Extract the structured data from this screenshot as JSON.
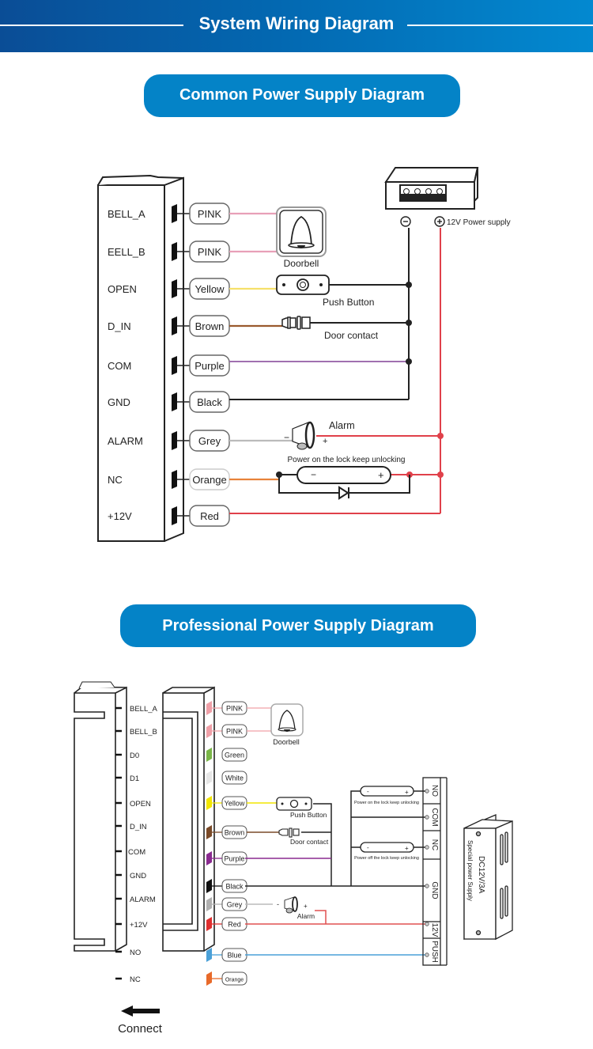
{
  "header": {
    "title": "System Wiring Diagram"
  },
  "sections": {
    "common": {
      "title": "Common Power Supply Diagram"
    },
    "professional": {
      "title": "Professional Power Supply Diagram"
    }
  },
  "common_diagram": {
    "terminals": [
      {
        "label": "BELL_A",
        "wire": "PINK",
        "color": "#e8a0b8"
      },
      {
        "label": "EELL_B",
        "wire": "PINK",
        "color": "#e8a0b8"
      },
      {
        "label": "OPEN",
        "wire": "Yellow",
        "color": "#f5e06a"
      },
      {
        "label": "D_IN",
        "wire": "Brown",
        "color": "#9a5a2e"
      },
      {
        "label": "COM",
        "wire": "Purple",
        "color": "#a070b0"
      },
      {
        "label": "GND",
        "wire": "Black",
        "color": "#222222"
      },
      {
        "label": "ALARM",
        "wire": "Grey",
        "color": "#bbbbbb"
      },
      {
        "label": "NC",
        "wire": "Orange",
        "color": "#e8823a"
      },
      {
        "label": "+12V",
        "wire": "Red",
        "color": "#e0404a"
      }
    ],
    "devices": {
      "doorbell": "Doorbell",
      "push_button": "Push Button",
      "door_contact": "Door contact",
      "alarm": "Alarm",
      "alarm_minus": "−",
      "alarm_plus": "+",
      "lock_note": "Power on the lock keep unlocking",
      "lock_minus": "−",
      "lock_plus": "+",
      "psu_label": "12V Power supply",
      "psu_minus": "−",
      "psu_plus": "+"
    }
  },
  "professional_diagram": {
    "reader_labels": [
      "BELL_A",
      "BELL_B",
      "D0",
      "D1",
      "OPEN",
      "D_IN",
      "COM",
      "GND",
      "ALARM",
      "+12V",
      "NO",
      "NC"
    ],
    "wires": [
      {
        "wire": "PINK",
        "color": "#f0a0a8"
      },
      {
        "wire": "PINK",
        "color": "#f0a0a8"
      },
      {
        "wire": "Green",
        "color": "#7ab648"
      },
      {
        "wire": "White",
        "color": "#e6e6e6"
      },
      {
        "wire": "Yellow",
        "color": "#f2e600"
      },
      {
        "wire": "Brown",
        "color": "#7a4a28"
      },
      {
        "wire": "Purple",
        "color": "#8a2a90"
      },
      {
        "wire": "Black",
        "color": "#111111"
      },
      {
        "wire": "Grey",
        "color": "#b0b0b0"
      },
      {
        "wire": "Red",
        "color": "#e03030"
      },
      {
        "wire": "Blue",
        "color": "#4aa0d8"
      },
      {
        "wire": "Orange",
        "color": "#e86a2a"
      }
    ],
    "terminal_block": [
      "NO",
      "COM",
      "NC",
      "GND",
      "12V",
      "PUSH"
    ],
    "devices": {
      "doorbell": "Doorbell",
      "push_button": "Push Button",
      "door_contact": "Door contact",
      "alarm": "Alarm",
      "lock_on_note": "Power on the lock keep unlocking",
      "lock_off_note": "Power off the lock keep unlocking",
      "psu_line1": "DC12V/3A",
      "psu_line2": "Special power Supply",
      "connect": "Connect"
    }
  }
}
